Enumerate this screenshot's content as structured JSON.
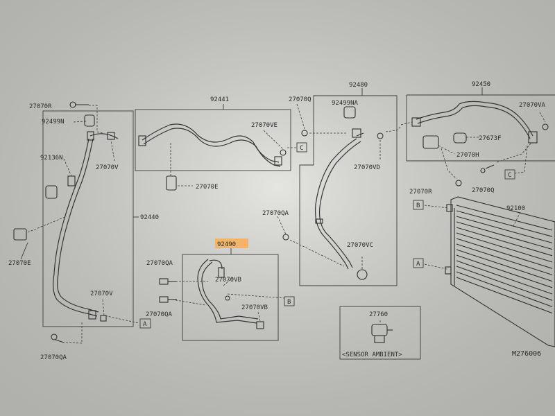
{
  "diagram": {
    "part_numbers": {
      "n27070r_tl": "27070R",
      "n92499n": "92499N",
      "n92136n": "92136N",
      "n27070v_a": "27070V",
      "n27070e_l": "27070E",
      "n92440": "92440",
      "n27070v_b": "27070V",
      "n27070qa_bl": "27070QA",
      "n92441": "92441",
      "n27070ve": "27070VE",
      "n27070e_c": "27070E",
      "n27070q_t": "27070Q",
      "n92480": "92480",
      "n92499na": "92499NA",
      "n27070vd": "27070VD",
      "n27070qa_m": "27070QA",
      "n27070vc": "27070VC",
      "n92450": "92450",
      "n27070va": "27070VA",
      "n27673f": "27673F",
      "n27070h": "27070H",
      "n27070r_r": "27070R",
      "n27070q_r": "27070Q",
      "n92100": "92100",
      "n92490": "92490",
      "n27070qa_a": "27070QA",
      "n27070vb_a": "27070VB",
      "n27070vb_b": "27070VB",
      "n27070qa_b": "27070QA",
      "n27760": "27760"
    },
    "markers": {
      "a_left": "A",
      "b_center": "B",
      "c_top": "C",
      "c_right": "C",
      "b_right": "B",
      "a_right": "A"
    },
    "sensor_caption": "<SENSOR AMBIENT>",
    "figure_code": "M276006"
  }
}
